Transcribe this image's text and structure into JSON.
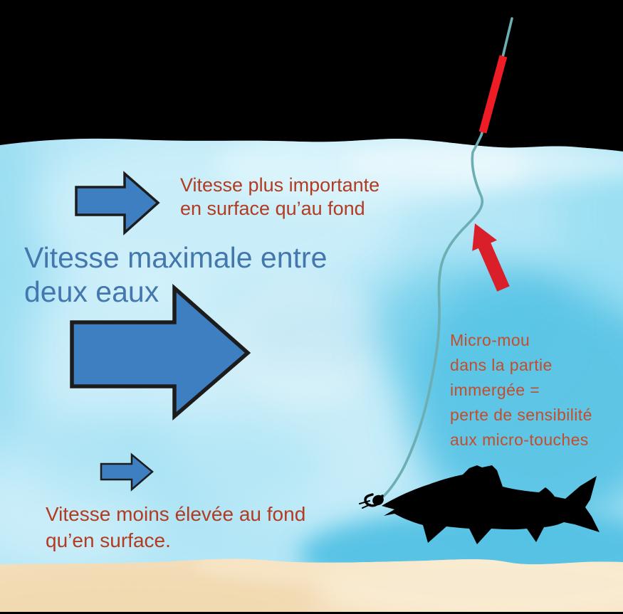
{
  "diagram": {
    "subject": "fishing-current-speed-diagram",
    "annotations": {
      "surface_speed": "Vitesse plus importante\nen surface qu’au fond",
      "mid_speed_title": "Vitesse maximale entre\ndeux eaux",
      "micro_slack": "Micro-mou\ndans la partie\nimmergée =\nperte de sensibilité\naux micro-touches",
      "bottom_speed": "Vitesse moins élevée au fond\nqu’en surface."
    },
    "icons": {
      "current_arrow_large": "block-arrow-right-large",
      "current_arrow_medium": "block-arrow-right-medium",
      "current_arrow_small": "block-arrow-right-small",
      "tension_arrow": "red-arrow-up",
      "float_tip": "red-quiver-float",
      "fishing_line": "teal-curved-line",
      "hook_fly": "nymph-fly-hook",
      "fish": "trout-silhouette"
    },
    "colors": {
      "sky": "#000000",
      "water": "#b3e6f6",
      "water_deep": "#49bde2",
      "water_highlight": "#ddf5fc",
      "sand": "#f4dfbc",
      "sand_light": "#f9ecd3",
      "arrow_blue": "#3d7fc1",
      "arrow_outline": "#1c1c1c",
      "red_arrow": "#d9202a",
      "float_red": "#ee1c25",
      "line_teal": "#6caeb2",
      "fish_black": "#000000",
      "text_red": "#b23b22",
      "text_micro_red": "#c34d2c",
      "text_blue": "#4377ad"
    }
  }
}
